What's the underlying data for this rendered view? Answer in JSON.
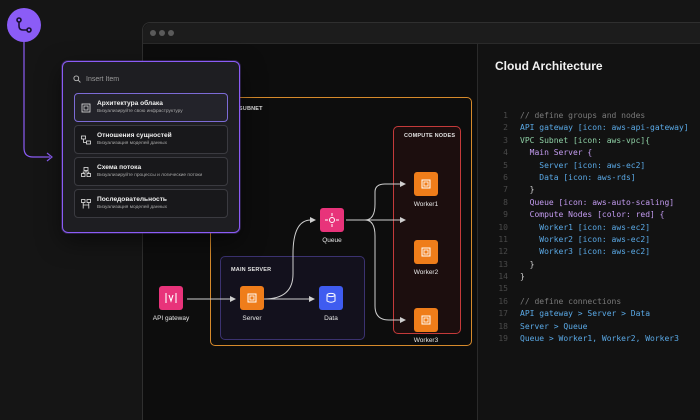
{
  "badge": {
    "icon": "workflow-icon",
    "color": "#8b5cf6"
  },
  "palette": {
    "search_placeholder": "Insert Item",
    "items": [
      {
        "title": "Архитектура облака",
        "subtitle": "Визуализируйте свою инфраструктуру",
        "icon": "architecture-icon",
        "active": true
      },
      {
        "title": "Отношения сущностей",
        "subtitle": "Визуализация моделей данных",
        "icon": "entity-relationship-icon",
        "active": false
      },
      {
        "title": "Схема потока",
        "subtitle": "Визуализируйте процессы и логические потоки",
        "icon": "flowchart-icon",
        "active": false
      },
      {
        "title": "Последовательность",
        "subtitle": "Визуализация моделей данных",
        "icon": "sequence-icon",
        "active": false
      }
    ]
  },
  "diagram": {
    "vpc_label": "C SUBNET",
    "main_server_label": "MAIN SERVER",
    "compute_label": "COMPUTE NODES",
    "nodes": {
      "api_gateway": "API gateway",
      "server": "Server",
      "data": "Data",
      "queue": "Queue",
      "worker1": "Worker1",
      "worker2": "Worker2",
      "worker3": "Worker3"
    },
    "colors": {
      "vpc": "#d68a2b",
      "main_server": "#3b3270",
      "compute": "#c43a3a",
      "ec2": "#ef7d1a",
      "rds": "#3f5cf0",
      "gateway": "#e8337a",
      "queue": "#e8337a"
    }
  },
  "code_panel": {
    "title": "Cloud Architecture",
    "lines": [
      {
        "n": "1",
        "segs": [
          [
            "comment",
            "// define groups and nodes"
          ]
        ]
      },
      {
        "n": "2",
        "segs": [
          [
            "blue",
            "API gateway [icon: aws-api-gateway]"
          ]
        ]
      },
      {
        "n": "3",
        "segs": [
          [
            "green",
            "VPC Subnet [icon: aws-vpc]{"
          ]
        ]
      },
      {
        "n": "4",
        "segs": [
          [
            "purple",
            "  Main Server {"
          ]
        ]
      },
      {
        "n": "5",
        "segs": [
          [
            "blue",
            "    Server [icon: aws-ec2]"
          ]
        ]
      },
      {
        "n": "6",
        "segs": [
          [
            "blue",
            "    Data [icon: aws-rds]"
          ]
        ]
      },
      {
        "n": "7",
        "segs": [
          [
            "white",
            "  }"
          ]
        ]
      },
      {
        "n": "8",
        "segs": [
          [
            "purple",
            "  Queue [icon: aws-auto-scaling]"
          ]
        ]
      },
      {
        "n": "9",
        "segs": [
          [
            "purple",
            "  Compute Nodes [color: red] {"
          ]
        ]
      },
      {
        "n": "10",
        "segs": [
          [
            "blue",
            "    Worker1 [icon: aws-ec2]"
          ]
        ]
      },
      {
        "n": "11",
        "segs": [
          [
            "blue",
            "    Worker2 [icon: aws-ec2]"
          ]
        ]
      },
      {
        "n": "12",
        "segs": [
          [
            "blue",
            "    Worker3 [icon: aws-ec2]"
          ]
        ]
      },
      {
        "n": "13",
        "segs": [
          [
            "white",
            "  }"
          ]
        ]
      },
      {
        "n": "14",
        "segs": [
          [
            "white",
            "}"
          ]
        ]
      },
      {
        "n": "15",
        "segs": [
          [
            "white",
            ""
          ]
        ]
      },
      {
        "n": "16",
        "segs": [
          [
            "comment",
            "// define connections"
          ]
        ]
      },
      {
        "n": "17",
        "segs": [
          [
            "blue",
            "API gateway > Server > Data"
          ]
        ]
      },
      {
        "n": "18",
        "segs": [
          [
            "blue",
            "Server > Queue"
          ]
        ]
      },
      {
        "n": "19",
        "segs": [
          [
            "blue",
            "Queue > Worker1, Worker2, Worker3"
          ]
        ]
      }
    ]
  }
}
